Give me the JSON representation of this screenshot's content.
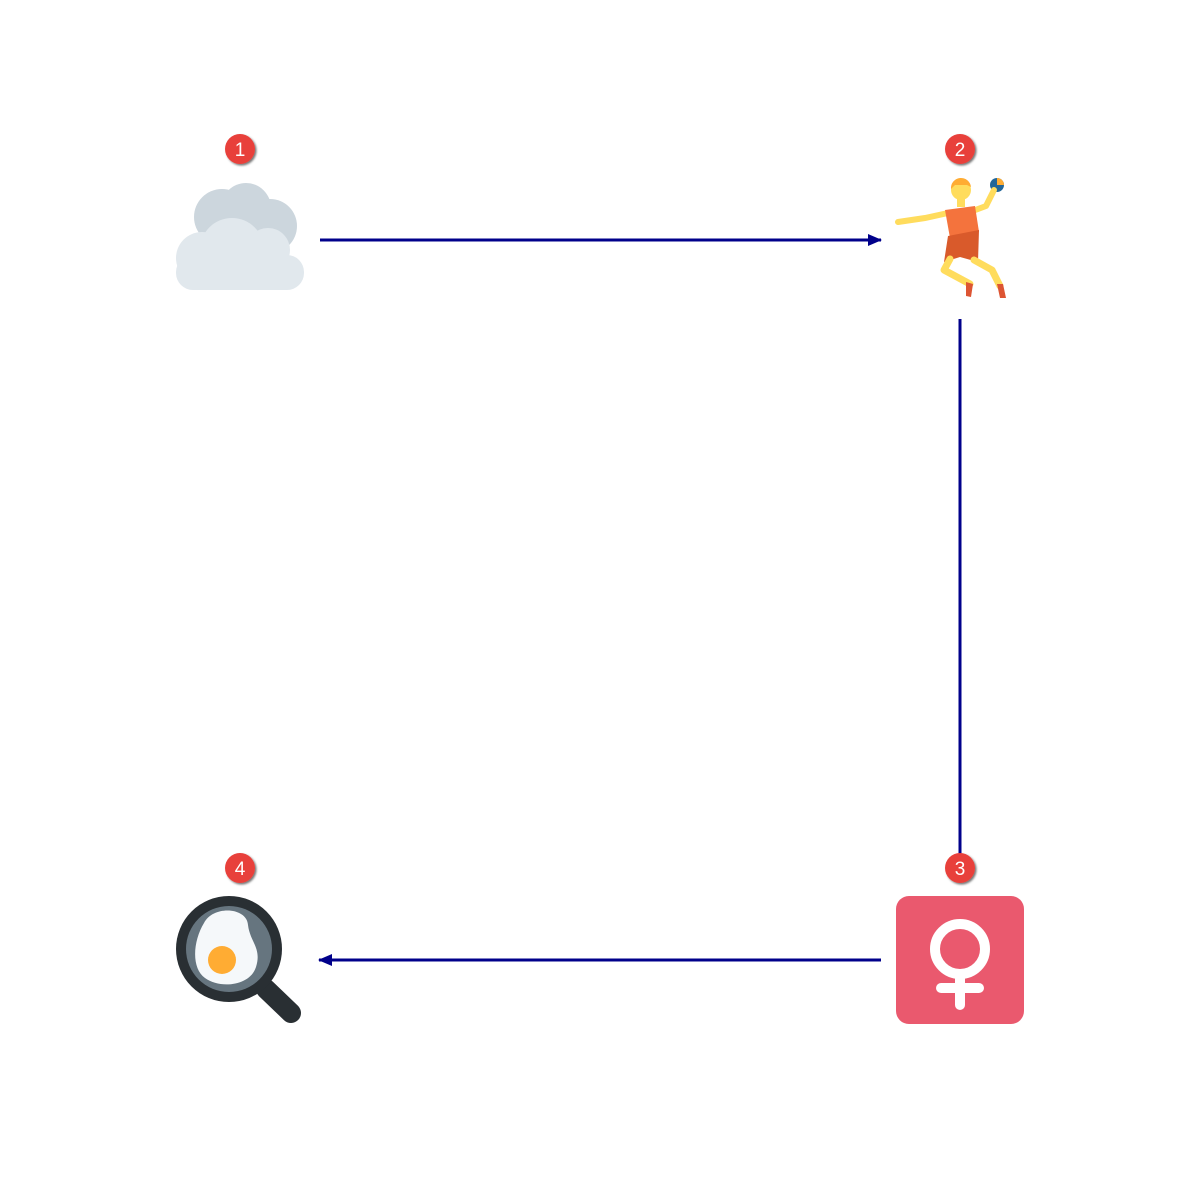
{
  "diagram": {
    "nodes": [
      {
        "id": "node-1",
        "badge": "1",
        "icon": "cloud-icon"
      },
      {
        "id": "node-2",
        "badge": "2",
        "icon": "person-playing-handball-icon"
      },
      {
        "id": "node-3",
        "badge": "3",
        "icon": "female-sign-icon"
      },
      {
        "id": "node-4",
        "badge": "4",
        "icon": "cooking-egg-pan-icon"
      }
    ],
    "edges": [
      {
        "from": "1",
        "to": "2",
        "arrow": "end"
      },
      {
        "from": "2",
        "to": "3",
        "arrow": "none"
      },
      {
        "from": "3",
        "to": "4",
        "arrow": "end"
      }
    ]
  },
  "colors": {
    "edge": "#00008b",
    "badge": "#e8403a",
    "background": "#ffffff"
  }
}
